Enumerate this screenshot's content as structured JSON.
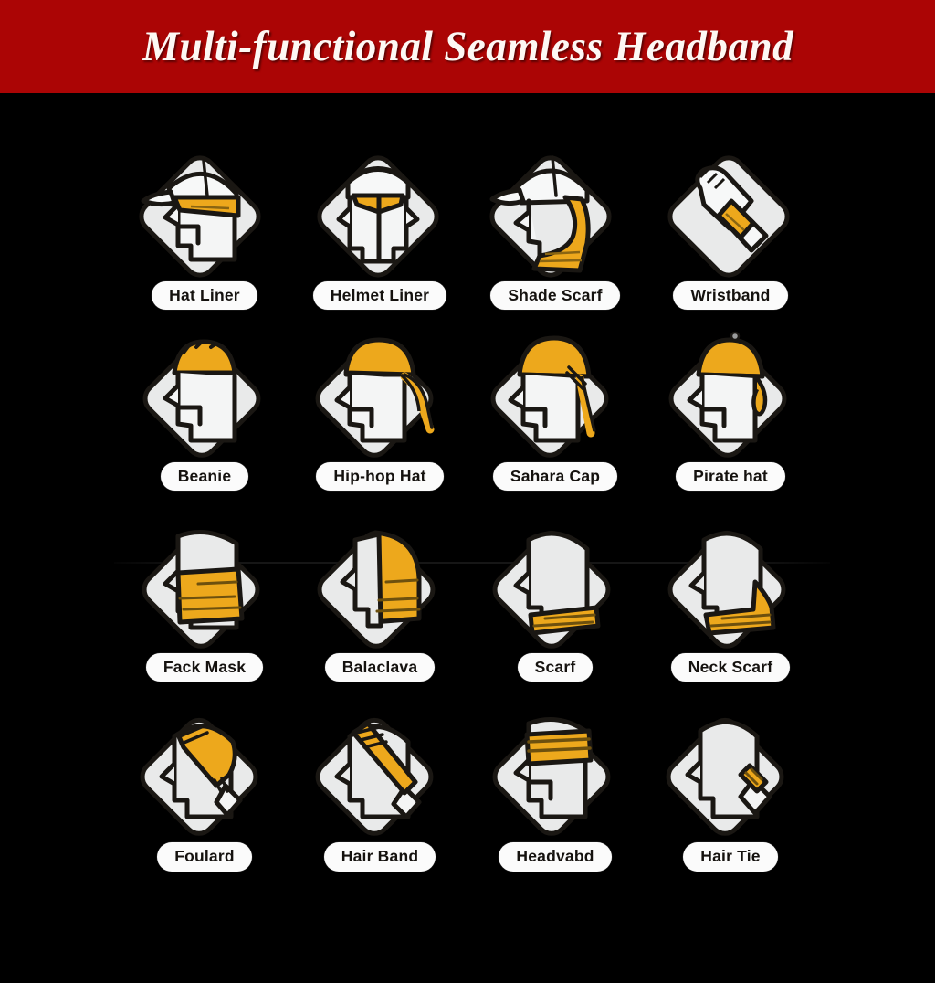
{
  "header": {
    "title": "Multi-functional Seamless Headband",
    "background_color": "#ab0505",
    "text_color": "#fdf8f4"
  },
  "theme": {
    "page_background": "#000000",
    "band_color": "#eda81c",
    "garment_color": "#e9eaea",
    "outline_color": "#1a1713",
    "label_background": "#fbfbfb",
    "label_text_color": "#15120f"
  },
  "grid": {
    "columns": 4,
    "rows": 4,
    "items": [
      {
        "label": "Hat Liner",
        "icon": "head-with-cap-and-band-icon"
      },
      {
        "label": "Helmet Liner",
        "icon": "head-with-helmet-and-band-icon"
      },
      {
        "label": "Shade Scarf",
        "icon": "head-with-cap-and-neck-drape-icon"
      },
      {
        "label": "Wristband",
        "icon": "fist-forearm-with-band-icon"
      },
      {
        "label": "Beanie",
        "icon": "head-with-beanie-icon"
      },
      {
        "label": "Hip-hop Hat",
        "icon": "head-with-hiphop-cap-tails-icon"
      },
      {
        "label": "Sahara Cap",
        "icon": "head-with-sahara-cap-tails-icon"
      },
      {
        "label": "Pirate hat",
        "icon": "head-with-pirate-hat-knot-icon"
      },
      {
        "label": "Fack Mask",
        "icon": "head-with-face-mask-icon"
      },
      {
        "label": "Balaclava",
        "icon": "head-with-balaclava-icon"
      },
      {
        "label": "Scarf",
        "icon": "head-with-scarf-icon"
      },
      {
        "label": "Neck Scarf",
        "icon": "head-with-neck-scarf-icon"
      },
      {
        "label": "Foulard",
        "icon": "head-with-foulard-icon"
      },
      {
        "label": "Hair Band",
        "icon": "head-with-hair-band-icon"
      },
      {
        "label": "Headvabd",
        "icon": "head-with-headband-icon"
      },
      {
        "label": "Hair Tie",
        "icon": "head-with-hair-tie-icon"
      }
    ]
  }
}
